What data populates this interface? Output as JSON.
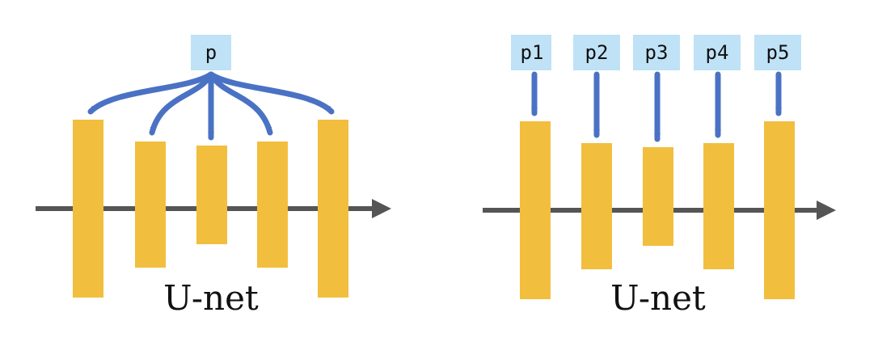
{
  "left_diagram": {
    "prompt_label": "p",
    "caption": "U-net"
  },
  "right_diagram": {
    "prompt_labels": [
      "p1",
      "p2",
      "p3",
      "p4",
      "p5"
    ],
    "caption": "U-net"
  },
  "colors": {
    "block": "#F2BE3E",
    "prompt_box": "#BFE2F6",
    "arrow": "#4A72C4",
    "axis": "#555555"
  }
}
